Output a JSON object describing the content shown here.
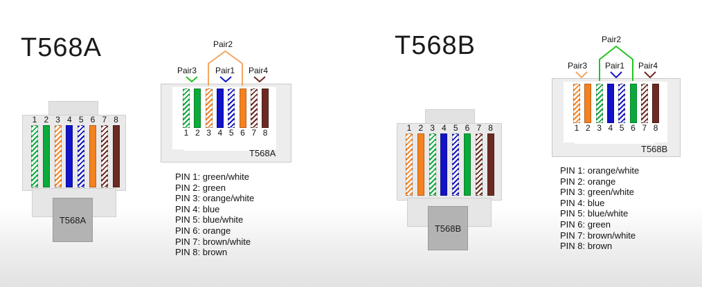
{
  "colors": {
    "green": "#0aab3a",
    "orange": "#f58220",
    "blue": "#1212c8",
    "brown": "#6b2a22",
    "pair2_a": "#f0a860",
    "pair2_b": "#22c41e",
    "pair3_a": "#22c41e",
    "pair3_b": "#f0a860"
  },
  "standards": [
    {
      "id": "a",
      "title": "T568A",
      "plug_label": "T568A",
      "jack_label": "T568A",
      "pair_labels": {
        "pair1": "Pair1",
        "pair2": "Pair2",
        "pair3": "Pair3",
        "pair4": "Pair4"
      },
      "pin_numbers": [
        "1",
        "2",
        "3",
        "4",
        "5",
        "6",
        "7",
        "8"
      ],
      "wires": [
        {
          "color": "green",
          "striped": true
        },
        {
          "color": "green",
          "striped": false
        },
        {
          "color": "orange",
          "striped": true
        },
        {
          "color": "blue",
          "striped": false
        },
        {
          "color": "blue",
          "striped": true
        },
        {
          "color": "orange",
          "striped": false
        },
        {
          "color": "brown",
          "striped": true
        },
        {
          "color": "brown",
          "striped": false
        }
      ],
      "pins": [
        "PIN 1: green/white",
        "PIN 2: green",
        "PIN 3: orange/white",
        "PIN 4: blue",
        "PIN 5: blue/white",
        "PIN 6: orange",
        "PIN 7: brown/white",
        "PIN 8: brown"
      ]
    },
    {
      "id": "b",
      "title": "T568B",
      "plug_label": "T568B",
      "jack_label": "T568B",
      "pair_labels": {
        "pair1": "Pair1",
        "pair2": "Pair2",
        "pair3": "Pair3",
        "pair4": "Pair4"
      },
      "pin_numbers": [
        "1",
        "2",
        "3",
        "4",
        "5",
        "6",
        "7",
        "8"
      ],
      "wires": [
        {
          "color": "orange",
          "striped": true
        },
        {
          "color": "orange",
          "striped": false
        },
        {
          "color": "green",
          "striped": true
        },
        {
          "color": "blue",
          "striped": false
        },
        {
          "color": "blue",
          "striped": true
        },
        {
          "color": "green",
          "striped": false
        },
        {
          "color": "brown",
          "striped": true
        },
        {
          "color": "brown",
          "striped": false
        }
      ],
      "pins": [
        "PIN 1: orange/white",
        "PIN 2: orange",
        "PIN 3: green/white",
        "PIN 4: blue",
        "PIN 5: blue/white",
        "PIN 6: green",
        "PIN 7: brown/white",
        "PIN 8: brown"
      ]
    }
  ]
}
